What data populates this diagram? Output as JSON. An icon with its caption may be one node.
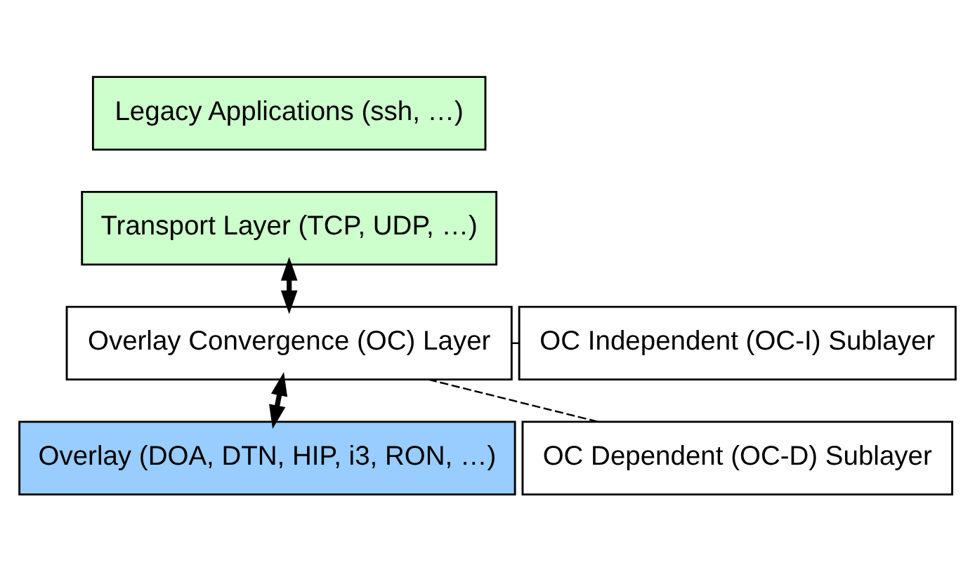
{
  "diagram": {
    "nodes": [
      {
        "text": [
          "Legacy Applications (ssh, …)"
        ]
      },
      {
        "text": [
          "Transport Layer (TCP, UDP, …)"
        ]
      },
      {
        "text": [
          "Overlay Convergence (OC) Layer"
        ]
      },
      {
        "text": [
          "OC Independent (OC-I) Sublayer"
        ]
      },
      {
        "text": [
          "OC Dependent (OC-D) Sublayer"
        ]
      },
      {
        "text": [
          "Overlay (DOA, DTN, HIP, i3, RON, …)"
        ]
      }
    ],
    "edges": [
      {
        "from": 1,
        "to": 2,
        "arrow": "both",
        "style": "thick"
      },
      {
        "from": 2,
        "to": 5,
        "arrow": "both",
        "style": "thick"
      },
      {
        "from": 2,
        "to": 3,
        "arrow": "none",
        "style": "dashed"
      },
      {
        "from": 2,
        "to": 4,
        "arrow": "none",
        "style": "dashed"
      }
    ]
  }
}
